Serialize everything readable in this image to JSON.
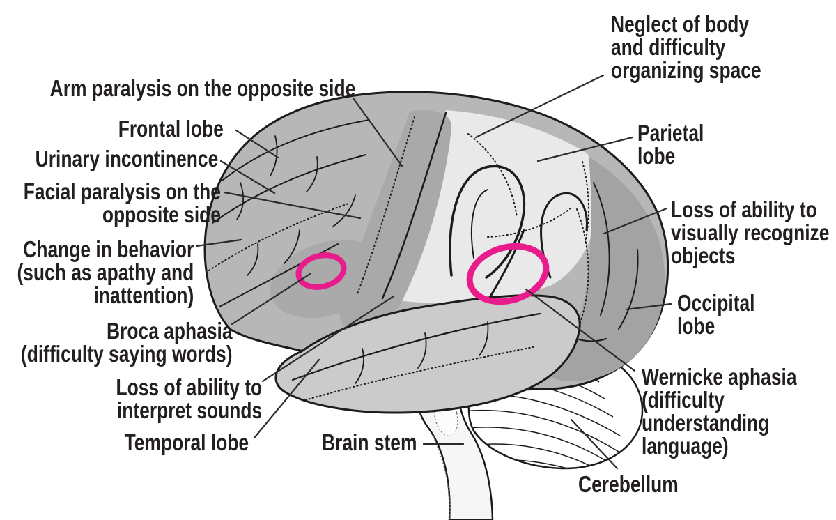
{
  "figure": {
    "type": "brain-lateral-view-diagram",
    "subject": "Brain lobes and functional areas with effects of damage",
    "accent_color": "#e91c8d",
    "text_color": "#231f20",
    "regions": {
      "frontal": {
        "name": "Frontal lobe",
        "color": "#b7b7b7"
      },
      "parietal": {
        "name": "Parietal lobe",
        "color": "#e9e9e9"
      },
      "temporal": {
        "name": "Temporal lobe",
        "color": "#cbcbcb"
      },
      "occipital": {
        "name": "Occipital lobe",
        "color": "#a3a3a3"
      },
      "cerebellum": {
        "name": "Cerebellum",
        "color": "#ffffff"
      },
      "brain_stem": {
        "name": "Brain stem",
        "color": "#f6f6f6"
      }
    },
    "markers": {
      "broca_area": "Broca area (circled)",
      "wernicke_area": "Wernicke area (circled)"
    }
  },
  "labels": {
    "arm_paralysis": {
      "lines": [
        "Arm paralysis on the opposite side"
      ]
    },
    "frontal_lobe": {
      "lines": [
        "Frontal lobe"
      ]
    },
    "urinary_incontinence": {
      "lines": [
        "Urinary incontinence"
      ]
    },
    "facial_paralysis": {
      "lines": [
        "Facial paralysis on the",
        "opposite side"
      ]
    },
    "change_in_behavior": {
      "lines": [
        "Change in behavior",
        "(such as apathy and",
        "inattention)"
      ]
    },
    "broca_aphasia": {
      "lines": [
        "Broca aphasia",
        "(difficulty saying words)"
      ]
    },
    "loss_interpret_sounds": {
      "lines": [
        "Loss of ability to",
        "interpret sounds"
      ]
    },
    "temporal_lobe": {
      "lines": [
        "Temporal lobe"
      ]
    },
    "brain_stem": {
      "lines": [
        "Brain stem"
      ]
    },
    "neglect_of_body": {
      "lines": [
        "Neglect of body",
        "and difficulty",
        "organizing space"
      ]
    },
    "parietal_lobe": {
      "lines": [
        "Parietal",
        "lobe"
      ]
    },
    "loss_visual_recognize": {
      "lines": [
        "Loss of ability to",
        "visually recognize",
        "objects"
      ]
    },
    "occipital_lobe": {
      "lines": [
        "Occipital",
        "lobe"
      ]
    },
    "wernicke_aphasia": {
      "lines": [
        "Wernicke aphasia",
        "(difficulty",
        "understanding",
        "language)"
      ]
    },
    "cerebellum": {
      "lines": [
        "Cerebellum"
      ]
    }
  }
}
